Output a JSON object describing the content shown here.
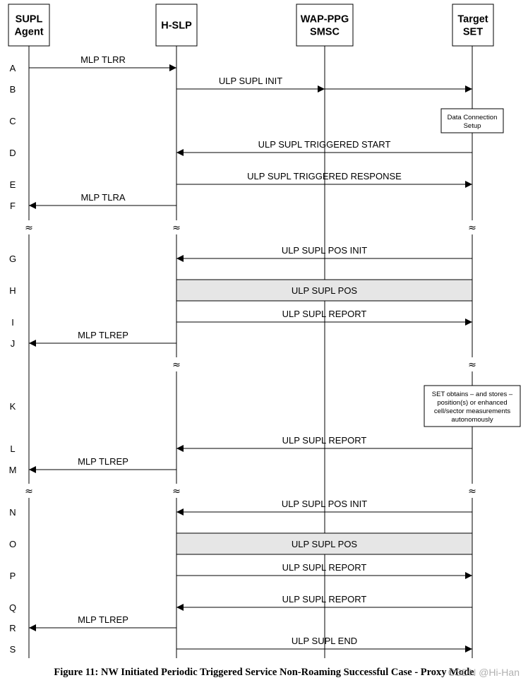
{
  "entities": [
    {
      "id": "agent",
      "lines": [
        "SUPL",
        "Agent"
      ]
    },
    {
      "id": "hslp",
      "lines": [
        "H-SLP"
      ]
    },
    {
      "id": "ppg",
      "lines": [
        "WAP-PPG",
        "SMSC"
      ]
    },
    {
      "id": "set",
      "lines": [
        "Target",
        "SET"
      ]
    }
  ],
  "messages": [
    {
      "step": "A",
      "from": "agent",
      "to": "hslp",
      "label": "MLP TLRR"
    },
    {
      "step": "B",
      "from": "hslp",
      "to": "set",
      "label": "ULP SUPL INIT",
      "via": "ppg"
    },
    {
      "step": "C",
      "note": [
        "Data Connection",
        "Setup"
      ],
      "at": "set"
    },
    {
      "step": "D",
      "from": "set",
      "to": "hslp",
      "label": "ULP SUPL TRIGGERED START"
    },
    {
      "step": "E",
      "from": "hslp",
      "to": "set",
      "label": "ULP SUPL TRIGGERED RESPONSE"
    },
    {
      "step": "F",
      "from": "hslp",
      "to": "agent",
      "label": "MLP TLRA"
    },
    {
      "break": true,
      "at": [
        "agent",
        "hslp",
        "set"
      ]
    },
    {
      "step": "G",
      "from": "set",
      "to": "hslp",
      "label": "ULP SUPL POS INIT"
    },
    {
      "step": "H",
      "span": [
        "hslp",
        "set"
      ],
      "label": "ULP SUPL POS"
    },
    {
      "step": "I",
      "from": "hslp",
      "to": "set",
      "label": "ULP SUPL REPORT"
    },
    {
      "step": "J",
      "from": "hslp",
      "to": "agent",
      "label": "MLP TLREP"
    },
    {
      "break": true,
      "at": [
        "hslp",
        "set"
      ]
    },
    {
      "step": "K",
      "note": [
        "SET obtains – and stores –",
        "position(s) or enhanced",
        "cell/sector measurements",
        "autonomously"
      ],
      "at": "set"
    },
    {
      "step": "L",
      "from": "set",
      "to": "hslp",
      "label": "ULP SUPL REPORT"
    },
    {
      "step": "M",
      "from": "hslp",
      "to": "agent",
      "label": "MLP TLREP"
    },
    {
      "break": true,
      "at": [
        "agent",
        "hslp",
        "set"
      ]
    },
    {
      "step": "N",
      "from": "set",
      "to": "hslp",
      "label": "ULP SUPL POS INIT"
    },
    {
      "step": "O",
      "span": [
        "hslp",
        "set"
      ],
      "label": "ULP SUPL POS"
    },
    {
      "step": "P",
      "from": "hslp",
      "to": "set",
      "label": "ULP SUPL REPORT"
    },
    {
      "step": "Q",
      "from": "set",
      "to": "hslp",
      "label": "ULP SUPL REPORT"
    },
    {
      "step": "R",
      "from": "hslp",
      "to": "agent",
      "label": "MLP TLREP"
    },
    {
      "step": "S",
      "from": "hslp",
      "to": "set",
      "label": "ULP SUPL END"
    }
  ],
  "break_symbol": "≈",
  "caption": "Figure 11: NW Initiated Periodic Triggered Service Non-Roaming Successful Case - Proxy Mode",
  "watermark": "CSDN @Hi-Han",
  "colors": {
    "line": "#000000",
    "span_fill": "#e6e6e6",
    "watermark": "#9a9a9a"
  }
}
